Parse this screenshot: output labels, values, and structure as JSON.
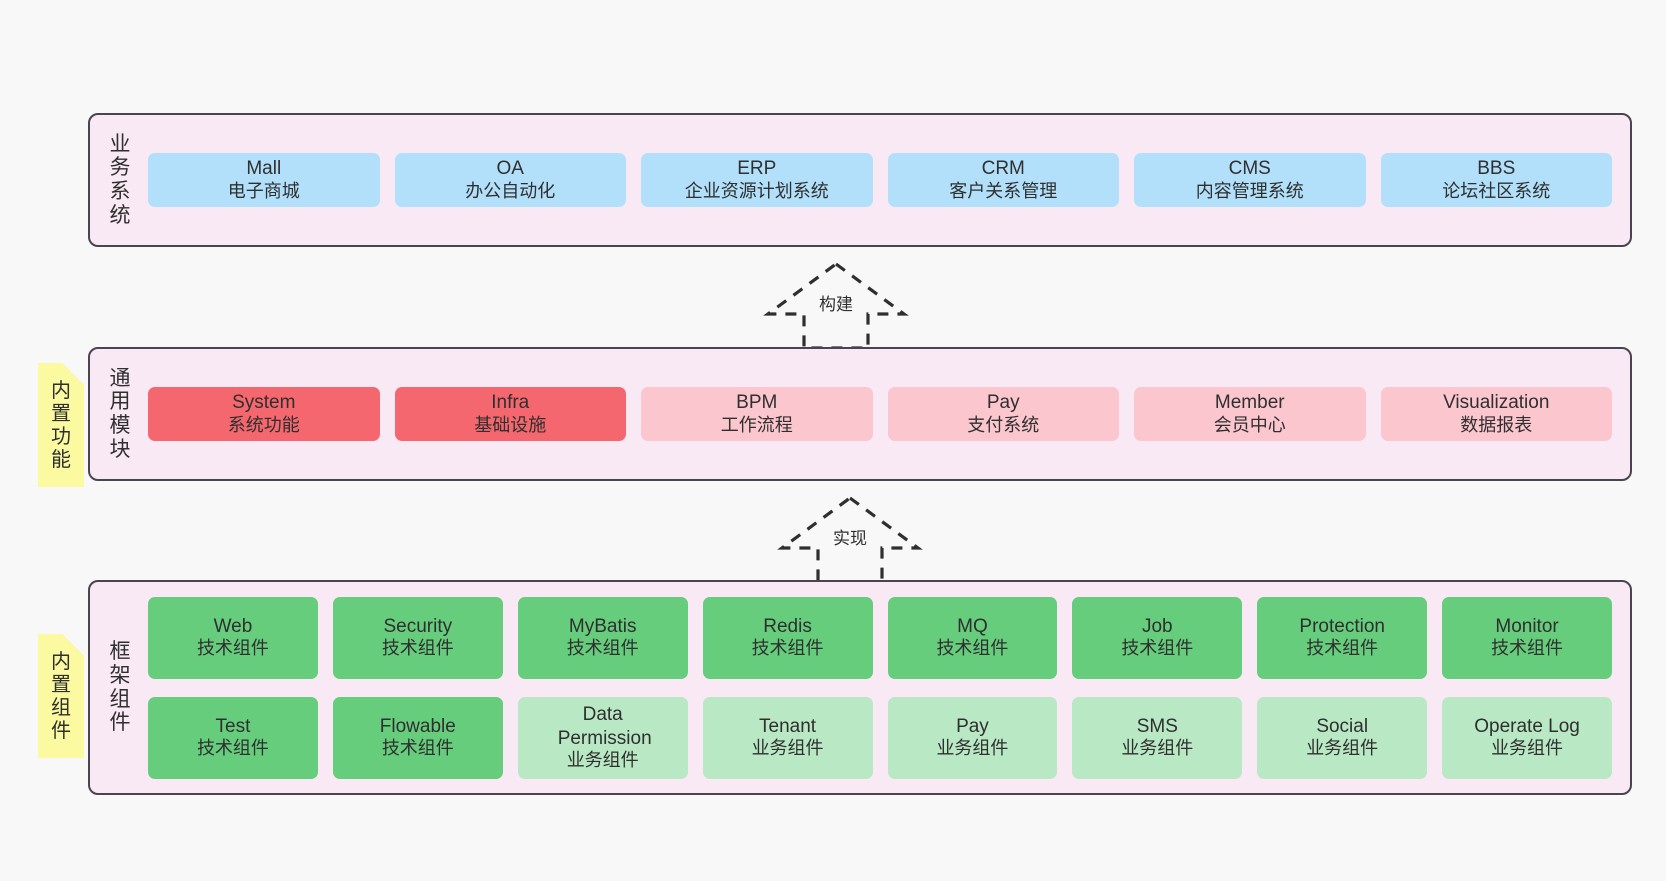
{
  "diagram": {
    "background_color": "#f8f8f8",
    "layer_fill": "#f9e9f4",
    "layer_border": "#4a4450",
    "sticky_color": "#fbfaa0"
  },
  "layers": [
    {
      "title": "业务系统",
      "accent": "#b2e0fa",
      "rows": [
        [
          {
            "en": "Mall",
            "cn": "电子商城",
            "style": "blue"
          },
          {
            "en": "OA",
            "cn": "办公自动化",
            "style": "blue"
          },
          {
            "en": "ERP",
            "cn": "企业资源计划系统",
            "style": "blue"
          },
          {
            "en": "CRM",
            "cn": "客户关系管理",
            "style": "blue"
          },
          {
            "en": "CMS",
            "cn": "内容管理系统",
            "style": "blue"
          },
          {
            "en": "BBS",
            "cn": "论坛社区系统",
            "style": "blue"
          }
        ]
      ]
    },
    {
      "title": "通用模块",
      "accent": "#f4676e",
      "sticky": "内置功能",
      "rows": [
        [
          {
            "en": "System",
            "cn": "系统功能",
            "style": "red"
          },
          {
            "en": "Infra",
            "cn": "基础设施",
            "style": "red"
          },
          {
            "en": "BPM",
            "cn": "工作流程",
            "style": "pink"
          },
          {
            "en": "Pay",
            "cn": "支付系统",
            "style": "pink"
          },
          {
            "en": "Member",
            "cn": "会员中心",
            "style": "pink"
          },
          {
            "en": "Visualization",
            "cn": "数据报表",
            "style": "pink"
          }
        ]
      ]
    },
    {
      "title": "框架组件",
      "accent": "#66cd7d",
      "sticky": "内置组件",
      "rows": [
        [
          {
            "en": "Web",
            "cn": "技术组件",
            "style": "green"
          },
          {
            "en": "Security",
            "cn": "技术组件",
            "style": "green"
          },
          {
            "en": "MyBatis",
            "cn": "技术组件",
            "style": "green"
          },
          {
            "en": "Redis",
            "cn": "技术组件",
            "style": "green"
          },
          {
            "en": "MQ",
            "cn": "技术组件",
            "style": "green"
          },
          {
            "en": "Job",
            "cn": "技术组件",
            "style": "green"
          },
          {
            "en": "Protection",
            "cn": "技术组件",
            "style": "green"
          },
          {
            "en": "Monitor",
            "cn": "技术组件",
            "style": "green"
          }
        ],
        [
          {
            "en": "Test",
            "cn": "技术组件",
            "style": "green"
          },
          {
            "en": "Flowable",
            "cn": "技术组件",
            "style": "green"
          },
          {
            "en": "Data Permission",
            "cn": "业务组件",
            "style": "lightgreen"
          },
          {
            "en": "Tenant",
            "cn": "业务组件",
            "style": "lightgreen"
          },
          {
            "en": "Pay",
            "cn": "业务组件",
            "style": "lightgreen"
          },
          {
            "en": "SMS",
            "cn": "业务组件",
            "style": "lightgreen"
          },
          {
            "en": "Social",
            "cn": "业务组件",
            "style": "lightgreen"
          },
          {
            "en": "Operate Log",
            "cn": "业务组件",
            "style": "lightgreen"
          }
        ]
      ]
    }
  ],
  "connectors": [
    {
      "label": "构建",
      "direction": "up"
    },
    {
      "label": "实现",
      "direction": "up"
    }
  ]
}
